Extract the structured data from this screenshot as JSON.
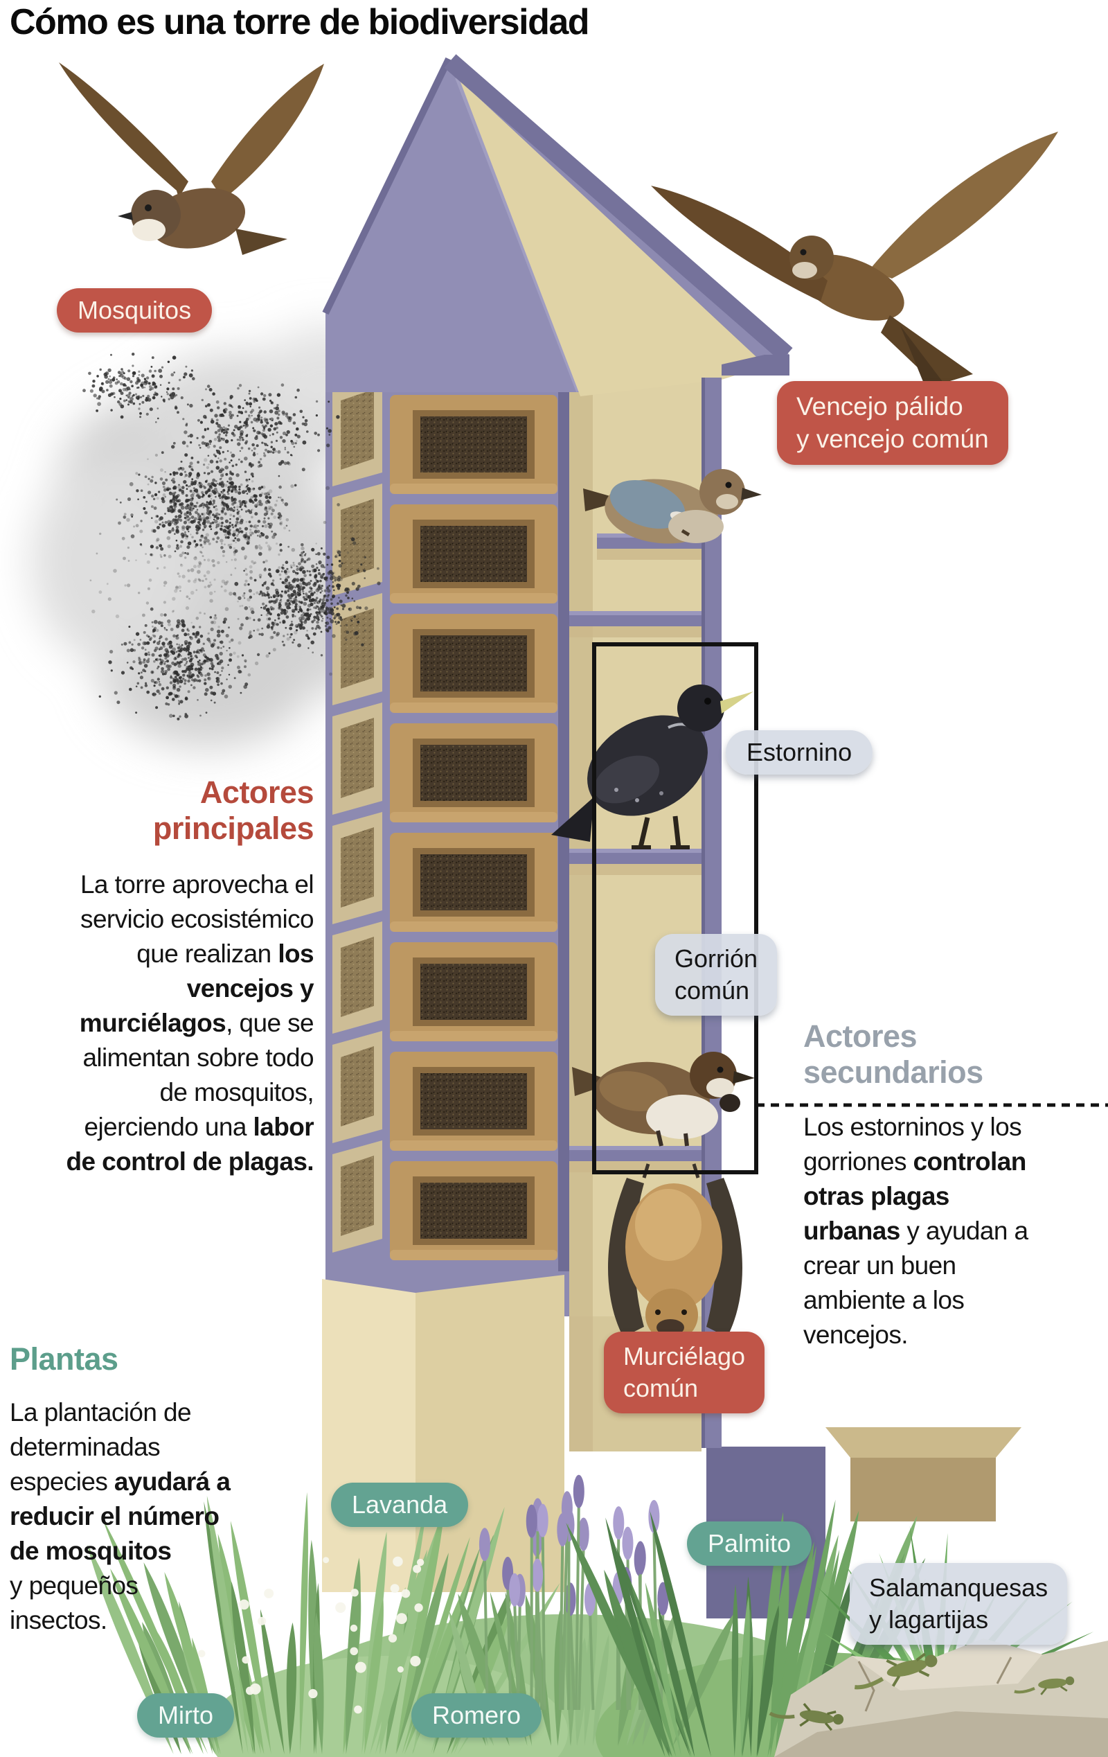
{
  "title": "Cómo es una torre de biodiversidad",
  "labels": {
    "mosquitos": "Mosquitos",
    "vencejos": "Vencejo pálido\ny vencejo común",
    "estornino": "Estornino",
    "gorrion": "Gorrión\ncomún",
    "murcielago": "Murciélago\ncomún",
    "lavanda": "Lavanda",
    "palmito": "Palmito",
    "salamanquesas": "Salamanquesas\ny lagartijas",
    "mirto": "Mirto",
    "romero": "Romero"
  },
  "sections": {
    "actors_primary": {
      "heading": "Actores\nprincipales",
      "body": [
        {
          "t": "La torre aprovecha el\nservicio ecosistémico\nque realizan "
        },
        {
          "t": "los\nvencejos y\nmurciélagos",
          "b": 1
        },
        {
          "t": ", que se\nalimentan sobre todo\nde mosquitos,\nejerciendo una "
        },
        {
          "t": "labor\nde control de plagas.",
          "b": 1
        }
      ]
    },
    "actors_secondary": {
      "heading": "Actores\nsecundarios",
      "body": [
        {
          "t": "Los estorninos y los\ngorriones "
        },
        {
          "t": "controlan\notras plagas\nurbanas",
          "b": 1
        },
        {
          "t": " y ayudan a\ncrear un buen\nambiente a los\nvencejos.",
          "b": 0
        }
      ]
    },
    "plants": {
      "heading": "Plantas",
      "body": [
        {
          "t": "La plantación de\ndeterminadas\nespecies "
        },
        {
          "t": "ayudará a\nreducir el número\nde mosquitos",
          "b": 1
        },
        {
          "t": "\ny pequeños\ninsectos.",
          "b": 0
        }
      ]
    }
  },
  "colors": {
    "primary_badge": "#c05548",
    "plant_badge": "#63a392",
    "neutral_badge": "#d7dde6",
    "heading_primary": "#b54a3c",
    "heading_secondary": "#98a1ab",
    "heading_plants": "#5c9e8b",
    "tower_purple": "#8d8ab1",
    "tower_interior": "#ded1a5"
  }
}
